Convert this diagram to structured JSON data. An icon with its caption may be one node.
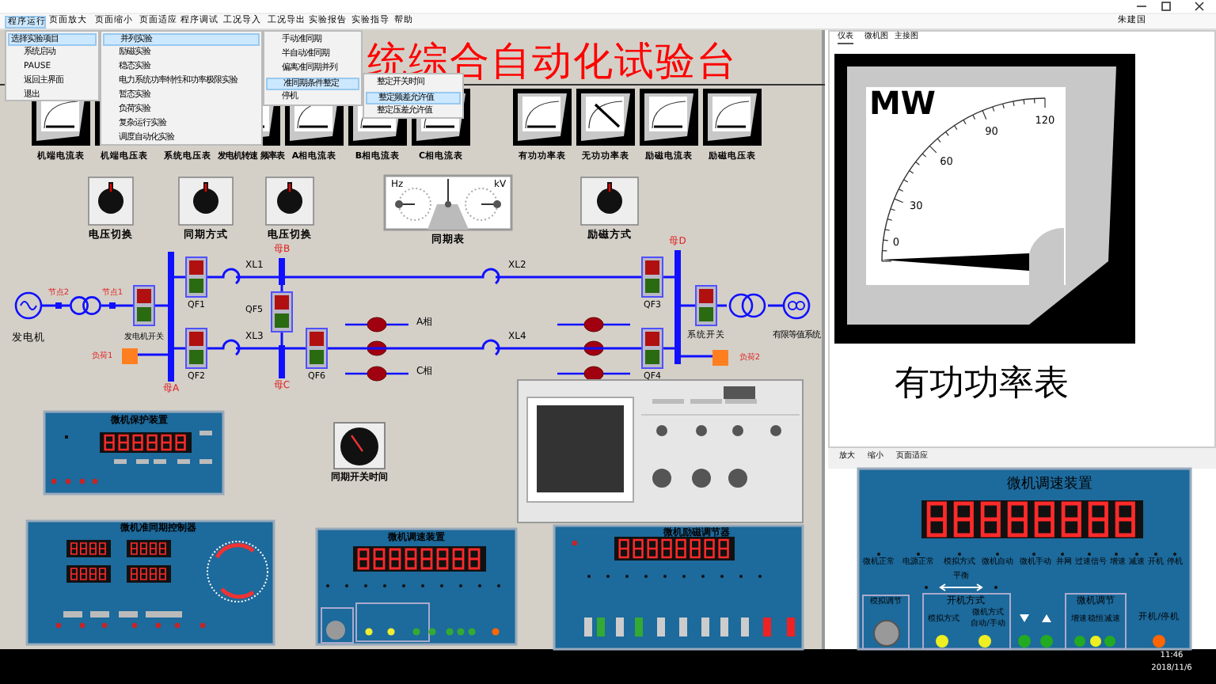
{
  "diagram": {
    "title": "统综合自动化试验台",
    "nodes": [
      {
        "text": [
          "发电机"
        ]
      },
      {
        "text": [
          "节点2"
        ]
      },
      {
        "text": [],
        "shape": "circle"
      },
      {
        "text": [
          "节点1"
        ]
      },
      {
        "text": [
          "发电机开关"
        ]
      },
      {
        "text": [
          "母A"
        ]
      },
      {
        "text": [
          "QF1"
        ]
      },
      {
        "text": [
          "QF2"
        ]
      },
      {
        "text": [
          "母B"
        ]
      },
      {
        "text": [
          "QF5"
        ]
      },
      {
        "text": [
          "母C"
        ]
      },
      {
        "text": [
          "QF6"
        ]
      },
      {
        "text": [
          "QF3"
        ]
      },
      {
        "text": [
          "QF4"
        ]
      },
      {
        "text": [
          "母D"
        ]
      },
      {
        "text": [
          "系统开关"
        ]
      },
      {
        "text": [],
        "shape": "circle"
      },
      {
        "text": [
          "有限等值系统"
        ]
      },
      {
        "text": [
          "负荷1"
        ]
      },
      {
        "text": [
          "负荷2"
        ]
      }
    ],
    "edges": [
      {
        "from": 0,
        "to": 1,
        "arrow": "none"
      },
      {
        "from": 1,
        "to": 2,
        "arrow": "none"
      },
      {
        "from": 2,
        "to": 3,
        "arrow": "none"
      },
      {
        "from": 3,
        "to": 4,
        "arrow": "none"
      },
      {
        "from": 4,
        "to": 5,
        "arrow": "none"
      },
      {
        "from": 5,
        "to": 6,
        "arrow": "none"
      },
      {
        "from": 5,
        "to": 7,
        "arrow": "none"
      },
      {
        "from": 6,
        "to": 8,
        "arrow": "none",
        "label": "XL1"
      },
      {
        "from": 7,
        "to": 10,
        "arrow": "none",
        "label": "XL3"
      },
      {
        "from": 8,
        "to": 9,
        "arrow": "none"
      },
      {
        "from": 9,
        "to": 10,
        "arrow": "none"
      },
      {
        "from": 10,
        "to": 11,
        "arrow": "none"
      },
      {
        "from": 8,
        "to": 12,
        "arrow": "none",
        "label": "XL2"
      },
      {
        "from": 11,
        "to": 13,
        "arrow": "none",
        "label": "XL4"
      },
      {
        "from": 12,
        "to": 14,
        "arrow": "none"
      },
      {
        "from": 13,
        "to": 14,
        "arrow": "none"
      },
      {
        "from": 14,
        "to": 15,
        "arrow": "none"
      },
      {
        "from": 15,
        "to": 16,
        "arrow": "none"
      },
      {
        "from": 16,
        "to": 17,
        "arrow": "none"
      },
      {
        "from": 18,
        "to": 5,
        "arrow": "none"
      },
      {
        "from": 14,
        "to": 19,
        "arrow": "none"
      }
    ],
    "labels": [
      "程序运行",
      "页面放大",
      "页面缩小",
      "页面适应",
      "程序调试",
      "工况导入",
      "工况导出",
      "实验报告",
      "实验指导",
      "帮助",
      "朱建国",
      "选择实验项目",
      "系统启动",
      "PAUSE",
      "返回主界面",
      "退出",
      "并列实验",
      "励磁实验",
      "稳态实验",
      "电力系统功率特性和功率极限实验",
      "暂态实验",
      "负荷实验",
      "复杂运行实验",
      "调度自动化实验",
      "手动准同期",
      "半自动准同期",
      "偏离准同期并列",
      "准同期条件整定",
      "停机",
      "整定开关时间",
      "整定频差允许值",
      "整定压差允许值",
      "机端电流表",
      "机端电压表",
      "系统电压表",
      "发电机转速 频率表",
      "A相电流表",
      "B相电流表",
      "C相电流表",
      "有功功率表",
      "无功功率表",
      "励磁电流表",
      "励磁电压表",
      "电压切换",
      "同期方式",
      "电压切换",
      "同期表",
      "励磁方式",
      "Hz",
      "kV",
      "A相",
      "C相",
      "微机保护装置",
      "同期开关时间",
      "微机准同期控制器",
      "微机调速装置",
      "微机励磁调节器",
      "仪表",
      "微机图",
      "主接图",
      "MW",
      "0",
      "30",
      "60",
      "90",
      "120",
      "有功功率表",
      "放大",
      "缩小",
      "页面适应",
      "微机调速装置",
      "微机正常",
      "电源正常",
      "模拟方式",
      "微机自动",
      "微机手动",
      "并网",
      "过速信号",
      "增速",
      "减速",
      "开机",
      "停机",
      "平衡",
      "模拟调节",
      "开机方式",
      "模拟方式",
      "微机方式",
      "自动/手动",
      "微机调节",
      "增速",
      "稳恒",
      "减速",
      "开机/停机",
      "11:46",
      "2018/11/6"
    ]
  }
}
